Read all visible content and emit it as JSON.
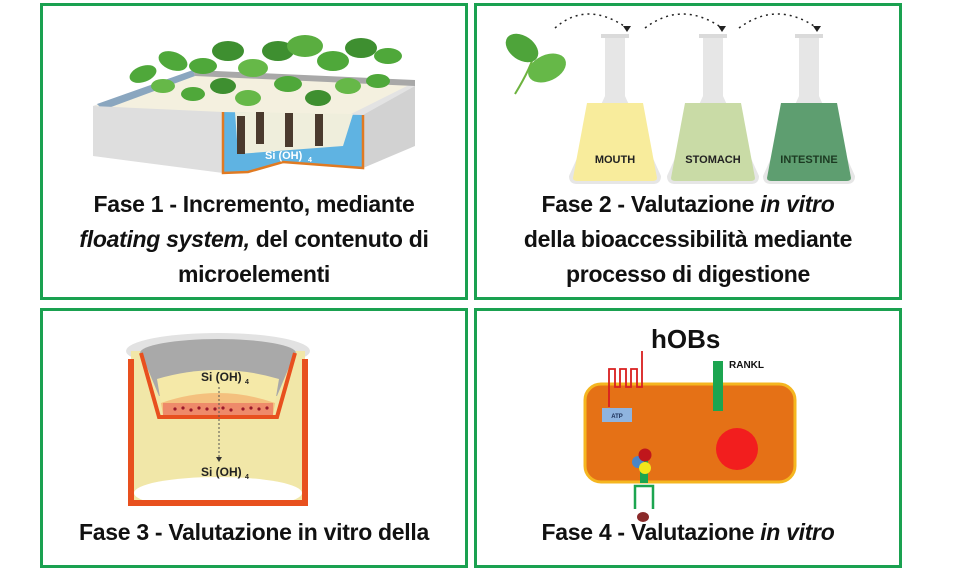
{
  "panels": [
    {
      "id": "fase-1",
      "caption_lines": [
        [
          "Fase 1 - Incremento, mediante"
        ],
        [
          "floating system,",
          " del contenuto di"
        ],
        [
          "microelementi"
        ]
      ],
      "illustration": {
        "label": "Si (OH)",
        "subscript": "4"
      }
    },
    {
      "id": "fase-2",
      "caption_lines": [
        [
          "Fase 2 - Valutazione ",
          "in vitro"
        ],
        [
          "della bioaccessibilità mediante"
        ],
        [
          "processo di digestione"
        ]
      ],
      "flasks": [
        {
          "label": "MOUTH",
          "color": "#f8ec9c"
        },
        {
          "label": "STOMACH",
          "color": "#c9dba6"
        },
        {
          "label": "INTESTINE",
          "color": "#5e9e70"
        }
      ]
    },
    {
      "id": "fase-3",
      "caption_lines": [
        [
          "Fase 3 - Valutazione in vitro della"
        ]
      ],
      "illustration": {
        "top_label": "Si (OH)",
        "bottom_label": "Si (OH)",
        "subscript": "4"
      }
    },
    {
      "id": "fase-4",
      "caption_lines": [
        [
          "Fase 4 - Valutazione ",
          "in vitro"
        ]
      ],
      "illustration": {
        "cell_label": "hOBs",
        "receptor_label": "RANKL",
        "atp_label": "ATP"
      }
    }
  ],
  "colors": {
    "border": "#1aa150",
    "cell": "#e57116",
    "cell_outline": "#f5b620",
    "nucleus": "#f21e1e",
    "orange": "#e8501e"
  }
}
